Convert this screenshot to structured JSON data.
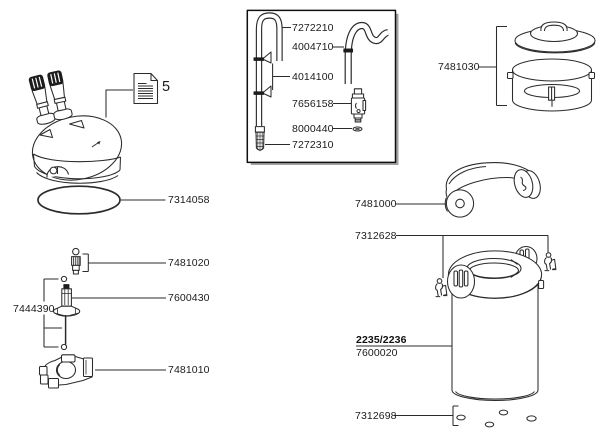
{
  "diagram_title": "Canister filter exploded parts diagram",
  "colors": {
    "line": "#2b2b2b",
    "background": "#ffffff",
    "shadow": "#a3a3a3"
  },
  "parts": {
    "instruction_ref": "5",
    "sealing_ring": "7314058",
    "intake_pipe": "7272210",
    "outlet_elbow": "4004710",
    "intake_extension": "4014100",
    "check_valve": "7656158",
    "small_o_ring": "8000440",
    "strainer": "7272310",
    "media_container": "7481030",
    "handle": "7481000",
    "clips": "7312628",
    "model": "2235/2236",
    "canister": "7600020",
    "rubber_feet": "7312698",
    "plug": "7481020",
    "impeller": "7600430",
    "shaft_with_bushings": "7444390",
    "pump_cover": "7481010"
  }
}
